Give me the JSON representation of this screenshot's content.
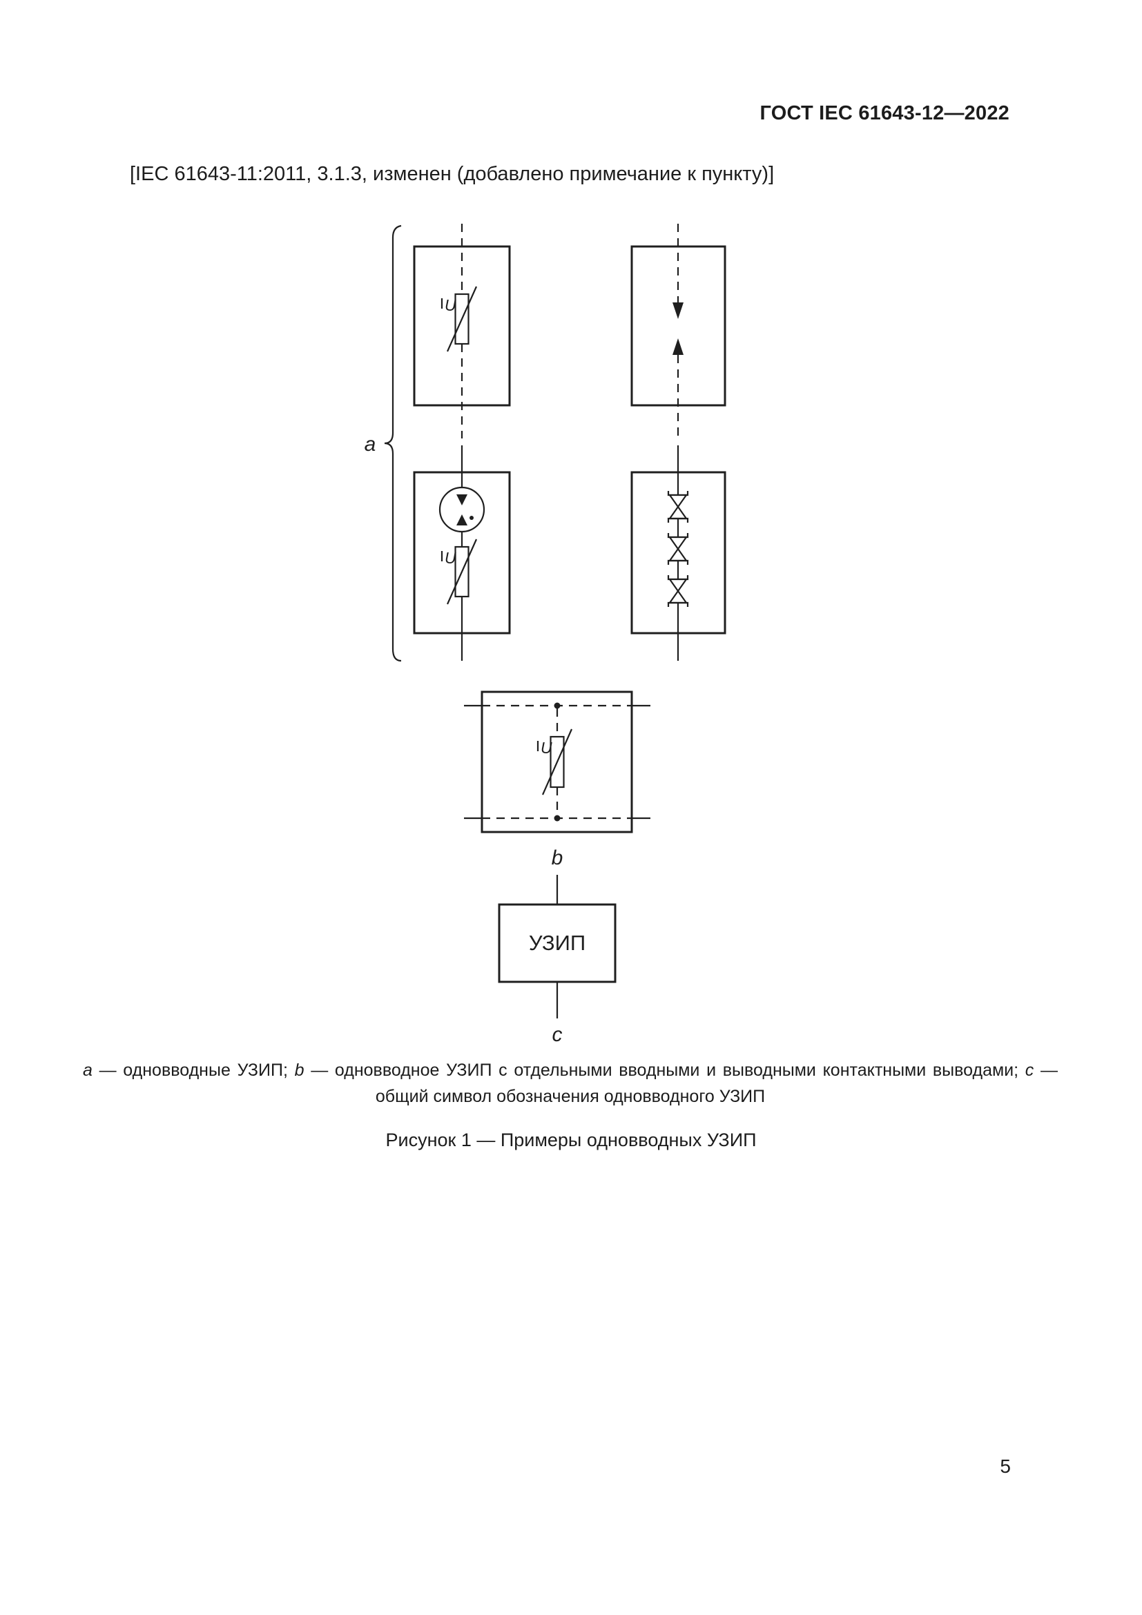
{
  "page": {
    "header": "ГОСТ IEC 61643-12—2022",
    "intro": "[IEC 61643-11:2011, 3.1.3, изменен (добавлено примечание к пункту)]",
    "page_number": "5"
  },
  "figure": {
    "label_a": "a",
    "label_b": "b",
    "label_c": "c",
    "u_label": "U",
    "spd_box_label": "УЗИП",
    "caption": {
      "a_letter": "a",
      "a_text": " — одновводные УЗИП; ",
      "b_letter": "b",
      "b_text": " — одновводное УЗИП с отдельными вводными и выводными контактными выводами; ",
      "c_letter": "c",
      "c_text": " — общий символ обозначения одновводного УЗИП"
    },
    "title": "Рисунок 1 — Примеры одновводных УЗИП"
  }
}
